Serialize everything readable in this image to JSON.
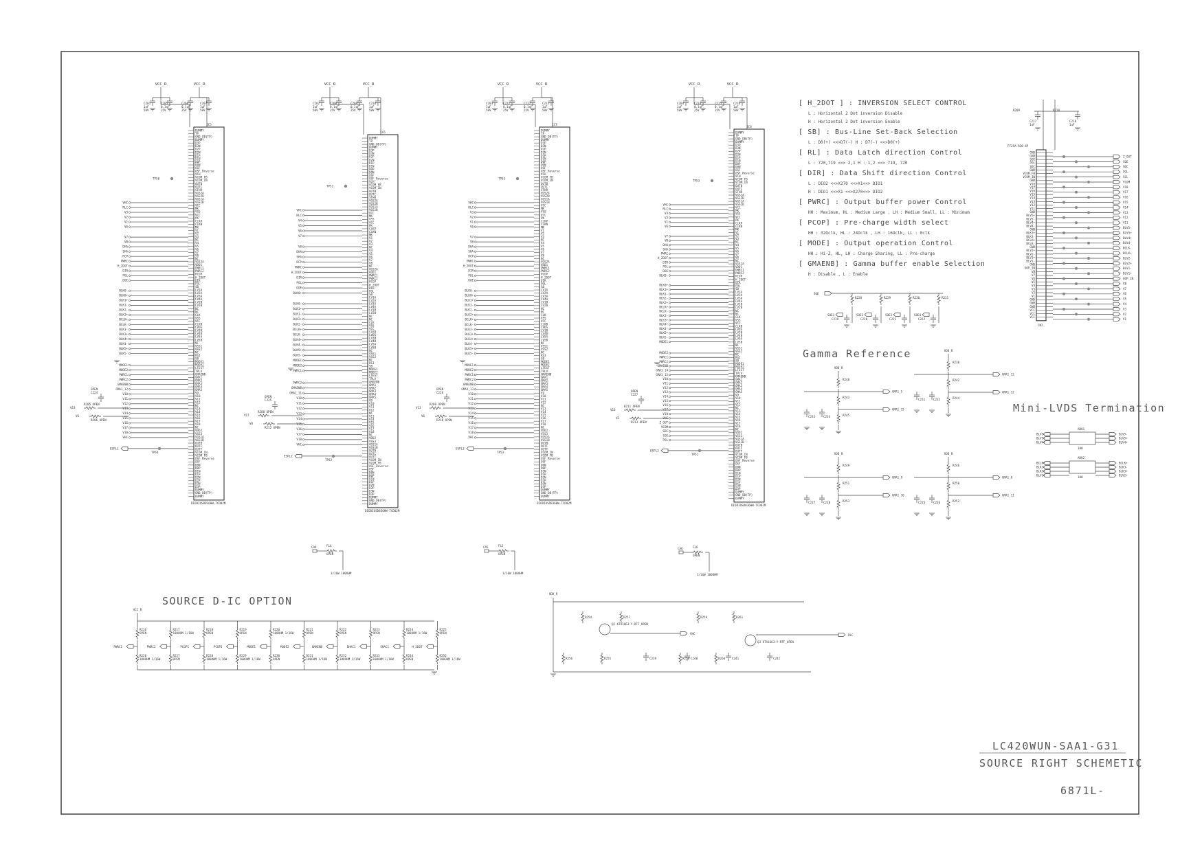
{
  "source_dic_option": {
    "title": "SOURCE D-IC OPTION"
  },
  "gamma": {
    "title": "Gamma Reference"
  },
  "termination": {
    "title": "Mini-LVDS Termination"
  },
  "title_block": {
    "model": "LC420WUN-SAA1-G31",
    "sheet": "SOURCE RIGHT SCHEMETIC",
    "doc_no": "6871L-"
  },
  "notes": [
    {
      "head": "[ H_2DOT ] : INVERSION SELECT CONTROL",
      "lines": [
        "L : Horizontal 2 Dot inversion Disable",
        "H : Horizontal 2 Dot inversion Enable"
      ]
    },
    {
      "head": "[ SB] : Bus-Line Set-Back Selection",
      "lines": [
        "L : D0(+) <<>D7(-)       H : D7(-) <<>D0(+)"
      ]
    },
    {
      "head": "[ RL] : Data Latch direction Control",
      "lines": [
        "L : 720,719 <<> 2,1      H : 1,2 <<> 719, 720"
      ]
    },
    {
      "head": "[ DIR] : Data Shift direction Control",
      "lines": [
        "L : DIO2 <<>X270 <<>X1<<> DIO1",
        "H : DIO1 <<>X1 <<>X270<<> DIO2"
      ]
    },
    {
      "head": "[ PWRC] : Output buffer power Control",
      "lines": [
        "HH : Maximum, HL : Medium Large , LH : Medium Small, LL : Minimum"
      ]
    },
    {
      "head": "[ PCOP] : Pre-charge width select",
      "lines": [
        "HH : 32Oclk, HL : 24Oclk , LH : 16Oclk, LL : 0clk"
      ]
    },
    {
      "head": "[ MODE] : Output operation Control",
      "lines": [
        "HH : Hi-Z, HL, LH : Charge Sharing, LL : Pre-charge"
      ]
    },
    {
      "head": "[ GMAENB] : Gamma buffer enable Selection",
      "lines": [
        "H : Disable , L : Enable"
      ]
    }
  ],
  "ics": [
    {
      "ref": "IC5",
      "part": "DIODIOSD836HW-TCD02M"
    },
    {
      "ref": "IC6",
      "part": "DIODIOSD836HW-TCD02M"
    },
    {
      "ref": "IC7",
      "part": "DIODIOSD836HW-TCD02M"
    },
    {
      "ref": "IC8",
      "part": "DIODIOSD836HW-TCD02M"
    }
  ],
  "pins": [
    "DUMMY",
    "TP",
    "GND_DB(TP)",
    "DUMMY",
    "D3P",
    "D3N",
    "D2P",
    "D2N",
    "D1P",
    "D1N",
    "D0P",
    "D0N",
    "OSF",
    "OSF_Reverse",
    "VCH",
    "VCOM_FB",
    "VCOM_IN",
    "OUTB",
    "OUTC",
    "STHR",
    "VGS2A",
    "VGS2B",
    "VGS1A",
    "VGS1B",
    "VCC",
    "MK",
    "VSS",
    "VCC",
    "PK",
    "CLKP",
    "CLKN",
    "MK",
    "V1",
    "V2",
    "V3",
    "NC",
    "V4",
    "V5",
    "V6",
    "V7",
    "V8",
    "NC",
    "VGS2A",
    "VDD1",
    "PWRC1",
    "PWRC2",
    "PCOP",
    "H_2DOT",
    "DIR",
    "POL",
    "SB",
    "LV1A",
    "LV2A",
    "LV3A",
    "LV4A",
    "LV1B",
    "LV2B",
    "NC",
    "NC",
    "CLK",
    "VSS",
    "VCC",
    "CLKB",
    "LVDS",
    "LV3B",
    "LV4B",
    "LV5A",
    "LV5B",
    "NC",
    "VSS1",
    "VSS2",
    "NC",
    "RSI",
    "SB",
    "MODE1",
    "MODE2",
    "LTEST",
    "TPLV",
    "GMAENB",
    "GMA1",
    "GMA2",
    "GMA3",
    "GMA4",
    "GMA5",
    "V9",
    "V10",
    "V11",
    "V12",
    "NC",
    "V13",
    "V14",
    "V15",
    "V16",
    "V17",
    "V18",
    "NC",
    "VDD2",
    "VSS3",
    "VGS1A",
    "VGS1B",
    "OUTB",
    "OUTC",
    "OUTT",
    "VCOM_IN",
    "VCOM_FB",
    "OSF_Reverse",
    "OSF",
    "D0N",
    "D0P",
    "D1N",
    "D1P",
    "D2N",
    "D2P",
    "D3N",
    "D3P",
    "DUMMY",
    "GND_DB(TP)",
    "DUMMY"
  ],
  "blocks": [
    {
      "vcc": "VCC_R",
      "caps_a": [
        {
          "ref": "C201",
          "val": "1uF",
          "v": "50V"
        },
        {
          "ref": "C205",
          "val": "0.1uF",
          "v": "25V"
        }
      ],
      "caps_b": [
        {
          "ref": "C206",
          "val": "0.1uF",
          "v": "25V"
        },
        {
          "ref": "C207",
          "val": "1uF",
          "v": "50V"
        }
      ],
      "top_signal": "TP50",
      "bot_signal": "TP50",
      "esd_top": "ESPL1",
      "esd_bot": "ESPL1",
      "left_labels": [
        "VHC",
        "RLC",
        "V3",
        "V2",
        "V1",
        "V6",
        "V7",
        "VB",
        "DHA",
        "SHA",
        "RCP",
        "PWRC",
        "H_2DOT",
        "DIR",
        "POL",
        "DOE",
        "BLK0-",
        "BLK0+",
        "BLK1+",
        "BLK1-",
        "BLK2-",
        "BLK2+",
        "BCLK+",
        "BCLK-",
        "BLK3-",
        "BLK3+",
        "BLK4+",
        "BLK4-",
        "BLK5+",
        "BLK5-",
        "MODE1",
        "MODE2",
        "PWRC1",
        "PWRC2",
        "GMAENB",
        "GMA1_12",
        "V10",
        "V11",
        "V12",
        "V13",
        "V14",
        "V15",
        "V16",
        "V17",
        "V18",
        "VHC"
      ],
      "caps_opt": [
        "OPEN",
        "OPEN",
        "C224"
      ]
    },
    {
      "vcc": "VCC_R",
      "caps_a": [
        {
          "ref": "C202",
          "val": "1uF",
          "v": "50V"
        },
        {
          "ref": "C208",
          "val": "0.1uF",
          "v": "25V"
        }
      ],
      "caps_b": [
        {
          "ref": "C209",
          "val": "0.1uF",
          "v": "25V"
        },
        {
          "ref": "C210",
          "val": "1uF",
          "v": "50V"
        }
      ],
      "top_signal": "TP51",
      "bot_signal": "TP52",
      "esd_top": "ESPL1",
      "esd_bot": "ESPL2",
      "left_labels": [
        "VHC",
        "RLC",
        "V4",
        "V5",
        "V6",
        "V7",
        "V8",
        "DHA",
        "SHA",
        "RCP",
        "PWRC",
        "H_2DOT",
        "DIR",
        "POL",
        "DOE",
        "BLK0+",
        "BLK0-",
        "BLK1+",
        "BLK1-",
        "BLK2+",
        "BLK2-",
        "BCLK+",
        "BCLK-",
        "BLK4+",
        "BLK4-",
        "BLK5+",
        "BLK5-",
        "MODE1",
        "MODE2",
        "PWRC1",
        "PWRC2",
        "GMAENB",
        "GMA1_11",
        "V10",
        "V11",
        "V12",
        "V13",
        "V14",
        "V15",
        "V16",
        "V17",
        "V18",
        "VHC"
      ],
      "caps_opt": [
        "OPEN",
        "OPEN",
        "C225"
      ]
    },
    {
      "vcc": "VCC_R",
      "caps_a": [
        {
          "ref": "C203",
          "val": "1uF",
          "v": "50V"
        },
        {
          "ref": "C211",
          "val": "0.1uF",
          "v": "25V"
        }
      ],
      "caps_b": [
        {
          "ref": "C212",
          "val": "0.1uF",
          "v": "25V"
        },
        {
          "ref": "C213",
          "val": "1uF",
          "v": "50V"
        }
      ],
      "top_signal": "TP53",
      "bot_signal": "TP53",
      "esd_top": "ESPL2",
      "esd_bot": "ESPL3",
      "left_labels": [
        "VHC",
        "RLC",
        "V3",
        "V2",
        "V1",
        "V6",
        "V7",
        "VB",
        "DHA",
        "SHA",
        "RCP",
        "PWRC",
        "H_2DOT",
        "DIR",
        "POL",
        "DOE",
        "BLK0-",
        "BLK0+",
        "BLK1+",
        "BLK1-",
        "BLK2-",
        "BLK2+",
        "BCLK+",
        "BCLK-",
        "BLK3-",
        "BLK3+",
        "BLK4+",
        "BLK4-",
        "BLK5+",
        "BLK5-",
        "MODE1",
        "MODE2",
        "PWRC1",
        "PWRC2",
        "GMAENB",
        "GMA1_13",
        "V10",
        "V11",
        "V12",
        "V13",
        "V14",
        "V15",
        "V16",
        "V17",
        "V18",
        "VHC"
      ],
      "caps_opt": [
        "OPEN",
        "OPEN",
        "C226"
      ]
    },
    {
      "vcc": "VCC_R",
      "caps_a": [
        {
          "ref": "C204",
          "val": "1uF",
          "v": "50V"
        },
        {
          "ref": "C214",
          "val": "0.1uF",
          "v": "25V"
        }
      ],
      "caps_b": [
        {
          "ref": "C215",
          "val": "0.1uF",
          "v": "25V"
        },
        {
          "ref": "C216",
          "val": "1uF",
          "v": "50V"
        }
      ],
      "top_signal": "TP53",
      "bot_signal": "TP52",
      "esd_top": "ESPL3",
      "esd_bot": "ESPL3",
      "left_labels": [
        "VHC",
        "RLC",
        "V3",
        "V2",
        "V1",
        "V6",
        "V7",
        "VB",
        "DHA",
        "SHA",
        "PWRC",
        "H_2DOT",
        "DIR",
        "POL",
        "DOE",
        "BLK0-",
        "BLK0+",
        "BLK1+",
        "BLK1-",
        "BLK2-",
        "BLK2+",
        "BCLK+",
        "BCLK-",
        "BLK3-",
        "BLK3+",
        "BLK4+",
        "BLK4-",
        "BLK5+",
        "BLK5-",
        "MODE1",
        "MODE2",
        "PWRC1",
        "PWRC2",
        "GMAENB",
        "GMA1_14",
        "GMA1_15",
        "V10",
        "V11",
        "V12",
        "V13",
        "V14",
        "V15",
        "V16",
        "V17",
        "V18",
        "VHC",
        "Z_OUT",
        "VCOM",
        "SDC",
        "SOE",
        "POL"
      ],
      "caps_opt": [
        "OPEN",
        "OPEN",
        "C227"
      ]
    }
  ],
  "connector": {
    "ref": "CN2",
    "part": "FF25A-R30-4P",
    "pins": [
      "GND",
      "GND",
      "SOE",
      "POL",
      "SDC",
      "GND",
      "VCOM_FB",
      "VCOM_IN",
      "GND",
      "V18",
      "V17",
      "V16",
      "V15",
      "V14",
      "V13",
      "V12",
      "V11",
      "GND",
      "BLV5+",
      "BLV5-",
      "BLV4+",
      "BLV4-",
      "GND",
      "BLK3+",
      "BLK3-",
      "BCLK+",
      "BCLK-",
      "GND",
      "BLV2+",
      "BLV2-",
      "BLV1+",
      "BLV1-",
      "GND",
      "OOP_IN",
      "V8",
      "V7",
      "V6",
      "V5",
      "V4",
      "V3",
      "V2",
      "V1",
      "GND",
      "GND",
      "GND",
      "VCC",
      "VCC",
      "VCC"
    ],
    "right_labels": [
      "Z_OUT",
      "SOE",
      "SDC",
      "POL",
      "SCL",
      "VCOM",
      "V18",
      "V17",
      "V16",
      "V15",
      "V14",
      "V13",
      "V12",
      "V11",
      "BLV5-",
      "BLV5+",
      "BLV4+",
      "BLV4-",
      "BCLK-",
      "BCLK+",
      "BLV2-",
      "BLV2+",
      "BLV1-",
      "BLV1+",
      "OOP_IN",
      "V8",
      "V7",
      "V6",
      "V5",
      "V4",
      "V3",
      "V2",
      "V1"
    ],
    "top_res": [
      "R209",
      "R210"
    ],
    "top_caps": [
      {
        "ref": "C217",
        "val": "1uF",
        "v": "25V"
      },
      {
        "ref": "C218",
        "val": "1uF",
        "v": "25V"
      }
    ]
  },
  "termination_nets": {
    "a": {
      "ref": "AR01",
      "val": "100",
      "inputs": [
        "BLV5-",
        "BLV5+",
        "BLV4+"
      ],
      "outputs": [
        "BLV5-",
        "BLV5+",
        "BLV4+"
      ]
    },
    "b": {
      "ref": "AR02",
      "val": "100",
      "inputs": [
        "BCLK+",
        "BLK3-",
        "BLK3+",
        "BLV2+"
      ],
      "outputs": [
        "BCLK+",
        "BLK3-",
        "BLK3+",
        "BLV2+"
      ]
    }
  },
  "gamma_nets": {
    "g1": {
      "vcc": "VDD_R",
      "outputs": [
        "GMA1_5",
        "GMA1_15"
      ],
      "res": [
        "R240",
        "R243",
        "R245"
      ],
      "caps": [
        "C233",
        "C234"
      ]
    },
    "g2": {
      "vcc": "VDD_R",
      "outputs": [
        "GMA1_13",
        "GMA1_12"
      ],
      "res": [
        "R238",
        "R242",
        "R244"
      ],
      "caps": [
        "C231",
        "C232"
      ]
    },
    "g3": {
      "vcc": "VDD_R",
      "outputs": [
        "GMA1_9",
        "GMA1_10"
      ],
      "res": [
        "R249",
        "R251",
        "R253"
      ],
      "caps": [
        "C237",
        "C238"
      ]
    },
    "g4": {
      "vcc": "VDD_R",
      "outputs": [
        "GMA1_8",
        "GMA1_11"
      ],
      "res": [
        "R246",
        "R250",
        "R252"
      ],
      "caps": [
        "C235",
        "C236"
      ]
    }
  },
  "soe_block": {
    "input": "SOE",
    "res": [
      "R228",
      "R229",
      "R230",
      "R231"
    ],
    "nets": [
      "SOE1",
      "SOE2",
      "SOE3",
      "SOE4"
    ],
    "caps": [
      "C219",
      "C220",
      "C221",
      "C222"
    ]
  },
  "option_block": {
    "vcc": "VCC_R",
    "signals": [
      "PWRC1",
      "PWRC2",
      "PCOP1",
      "PCOP2",
      "MODE1",
      "MODE2",
      "GMAENB",
      "DHAC1",
      "SHAC1",
      "H_2DOT"
    ],
    "res_top": [
      "R216",
      "R217",
      "R218",
      "R219",
      "R220",
      "R221",
      "R222",
      "R223",
      "R224",
      "R225"
    ],
    "res_bot": [
      "R226",
      "R227",
      "R228",
      "R229",
      "R230",
      "R231",
      "R232",
      "R233",
      "R234",
      "R235"
    ],
    "val_top": [
      "OPEN",
      "100OHM 1/16W",
      "OPEN",
      "OPEN",
      "100OHM 1/16W",
      "OPEN",
      "OPEN",
      "OPEN",
      "100OHM 1/16W",
      "OPEN"
    ],
    "val_bot": [
      "100OHM 1/16W",
      "OPEN",
      "100OHM 1/16W",
      "100OHM 1/16W",
      "OPEN",
      "100OHM 1/16W",
      "100OHM 1/16W",
      "100OHM 1/16W",
      "OPEN",
      "100OHM 1/16W"
    ]
  },
  "vhc_block": {
    "vcc": "VDD_R",
    "outputs": [
      "VHC",
      "RLC"
    ],
    "transistors": [
      "Q2 KTA1663-Y-RTF_OPEN",
      "Q3 KTA1663-Y-RTF_OPEN"
    ],
    "res": [
      "R256",
      "R254",
      "R255",
      "R257",
      "R258",
      "R259",
      "R260",
      "R261"
    ],
    "caps": [
      "C239",
      "C240",
      "C241",
      "C242"
    ]
  },
  "small_parts": {
    "fl": [
      "FL4",
      "FL5",
      "FL6"
    ],
    "fl_val": [
      "OPEN",
      "OPEN",
      "OPEN"
    ],
    "ca": [
      "CA4",
      "CA5",
      "CA6"
    ],
    "res_bottom": [
      "1/16W 100OHM",
      "1/16W 100OHM",
      "1/16W 100OHM"
    ]
  },
  "left_inputs": [
    {
      "a": "V13",
      "b": "V6",
      "ra": "R205 OPEN",
      "rb": "R206 OPEN"
    },
    {
      "a": "V17",
      "b": "V8",
      "ra": "R208 OPEN",
      "rb": "R212 OPEN"
    },
    {
      "a": "V13",
      "b": "V6",
      "ra": "R209 OPEN",
      "rb": "R210 OPEN"
    },
    {
      "a": "V16",
      "b": "V3",
      "ra": "R211 OPEN",
      "rb": "R213 OPEN"
    }
  ]
}
